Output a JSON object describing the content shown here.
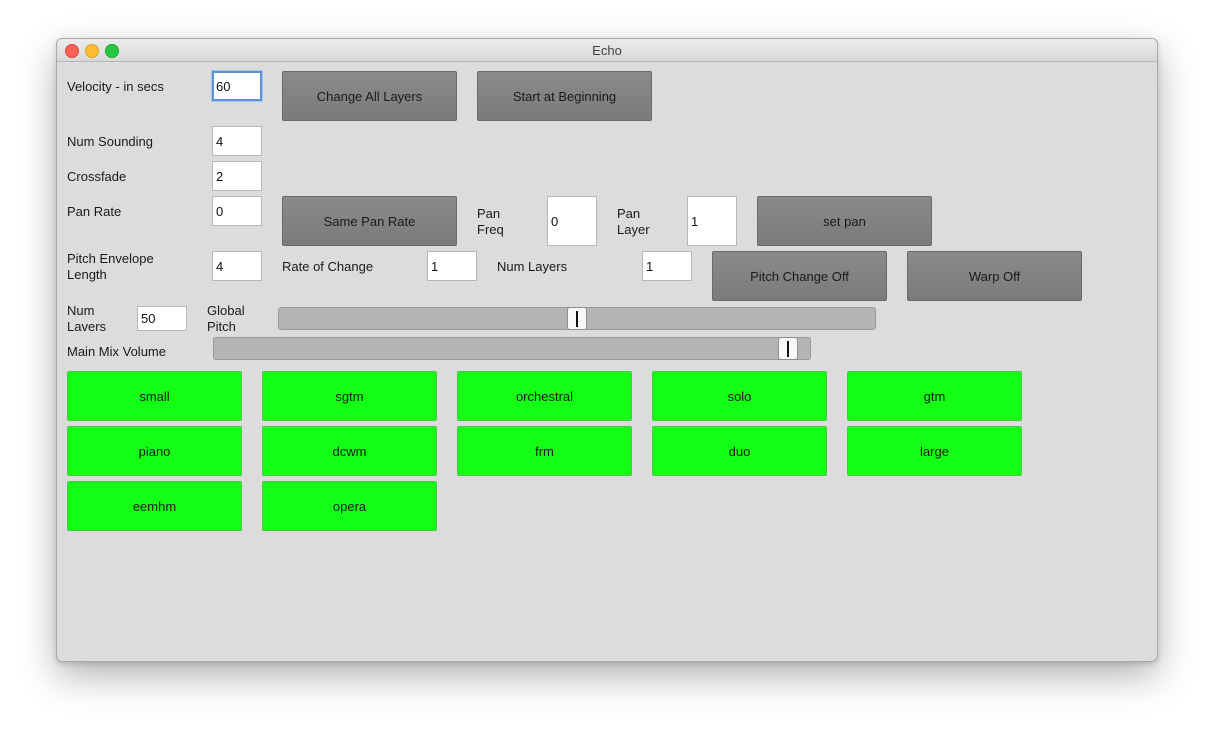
{
  "window": {
    "title": "Echo"
  },
  "controls": {
    "velocity": {
      "label": "Velocity - in secs",
      "value": "60"
    },
    "num_sounding": {
      "label": "Num Sounding",
      "value": "4"
    },
    "crossfade": {
      "label": "Crossfade",
      "value": "2"
    },
    "pan_rate": {
      "label": "Pan Rate",
      "value": "0"
    },
    "pan_freq": {
      "label_line1": "Pan",
      "label_line2": "Freq",
      "value": "0"
    },
    "pan_layer": {
      "label_line1": "Pan",
      "label_line2": "Layer",
      "value": "1"
    },
    "pitch_envelope": {
      "label_line1": "Pitch Envelope",
      "label_line2": "Length",
      "value": "4"
    },
    "rate_of_change": {
      "label": "Rate of Change",
      "value": "1"
    },
    "num_layers": {
      "label": "Num Layers",
      "value": "1"
    },
    "num_lavers": {
      "label_line1": "Num",
      "label_line2": "Lavers",
      "value": "50"
    },
    "global_pitch": {
      "label_line1": "Global",
      "label_line2": "Pitch",
      "level": 0.5
    },
    "main_mix_volume": {
      "label": "Main Mix Volume",
      "level": 0.98
    }
  },
  "buttons": {
    "change_all_layers": "Change All Layers",
    "start_at_beginning": "Start at Beginning",
    "same_pan_rate": "Same Pan Rate",
    "set_pan": "set pan",
    "pitch_change_off": "Pitch Change Off",
    "warp_off": "Warp Off"
  },
  "presets": [
    "small",
    "sgtm",
    "orchestral",
    "solo",
    "gtm",
    "piano",
    "dcwm",
    "frm",
    "duo",
    "large",
    "eemhm",
    "opera"
  ],
  "colors": {
    "preset_green": "#13ff13",
    "gray_button": "#808080",
    "window_bg": "#dcdcdc"
  }
}
